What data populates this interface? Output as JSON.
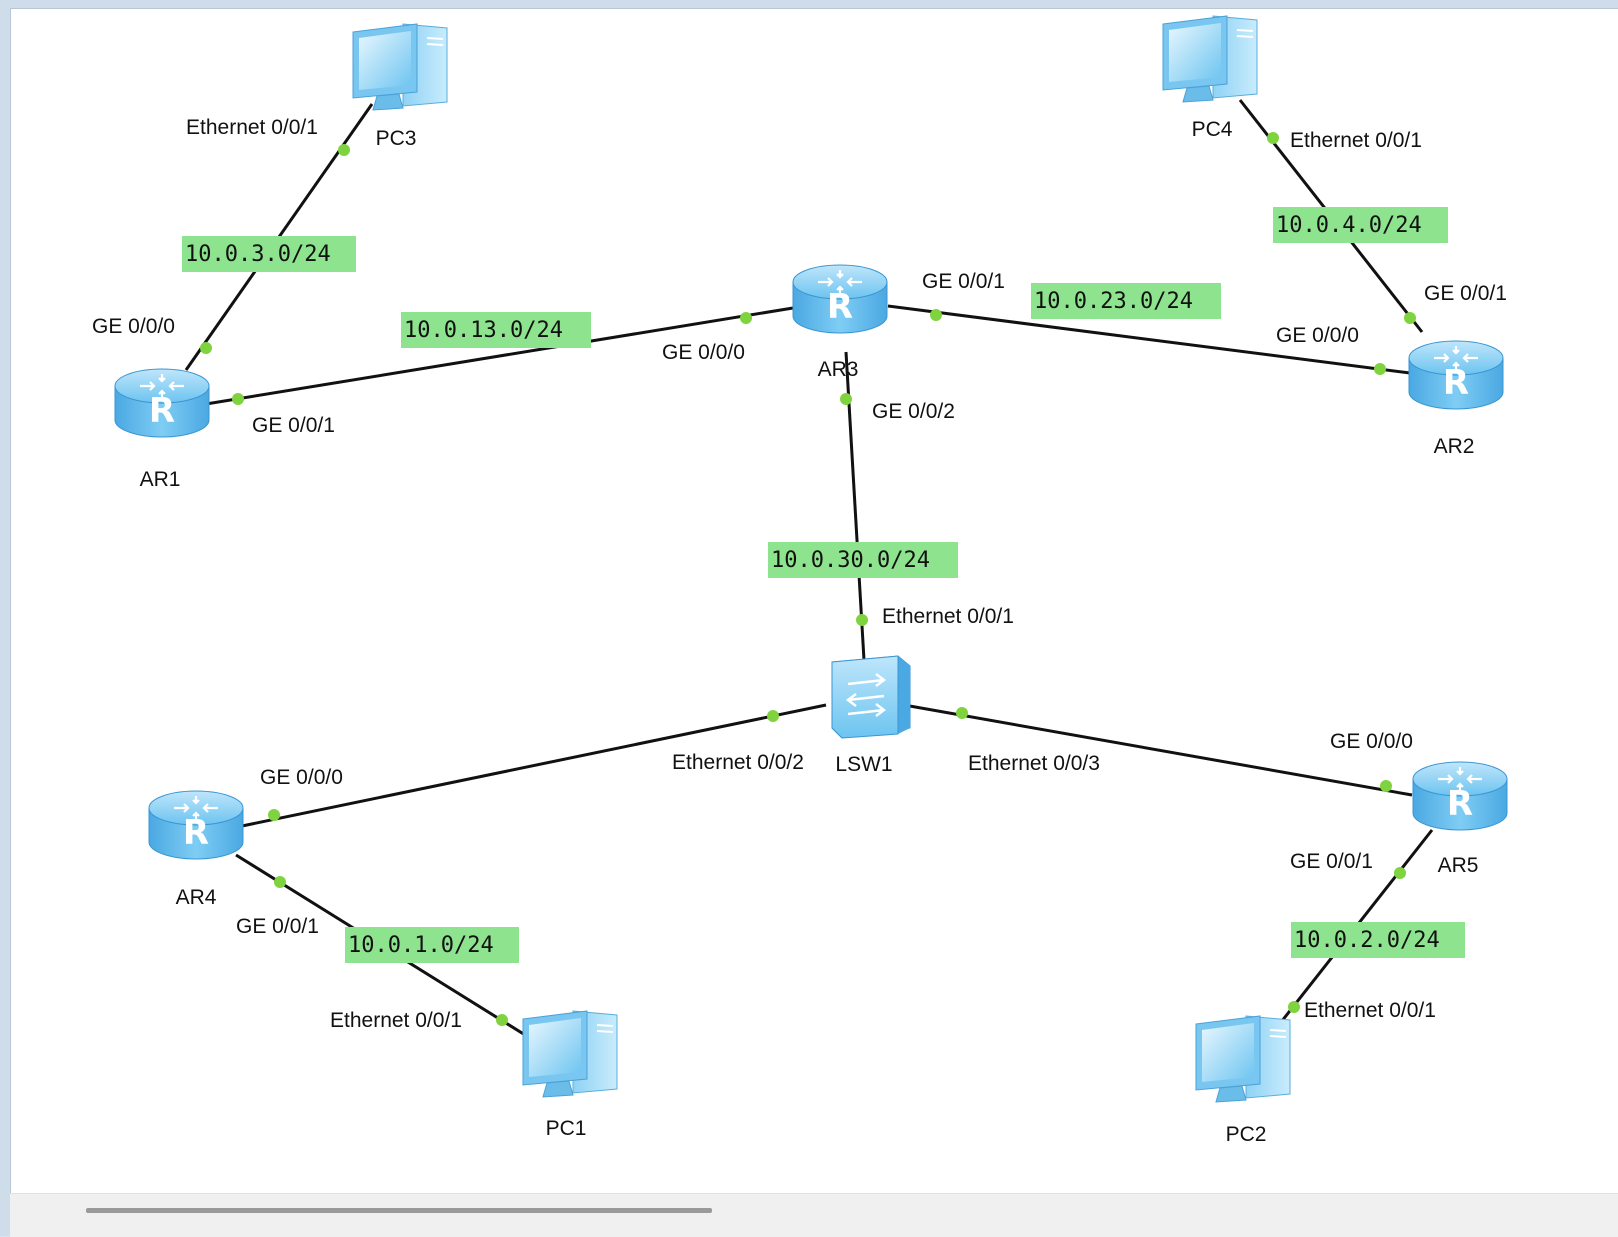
{
  "devices": {
    "ar1": {
      "name": "AR1"
    },
    "ar2": {
      "name": "AR2"
    },
    "ar3": {
      "name": "AR3"
    },
    "ar4": {
      "name": "AR4"
    },
    "ar5": {
      "name": "AR5"
    },
    "lsw1": {
      "name": "LSW1"
    },
    "pc1": {
      "name": "PC1"
    },
    "pc2": {
      "name": "PC2"
    },
    "pc3": {
      "name": "PC3"
    },
    "pc4": {
      "name": "PC4"
    }
  },
  "ports": {
    "pc3_eth": "Ethernet 0/0/1",
    "ar1_ge000": "GE 0/0/0",
    "ar1_ge001": "GE 0/0/1",
    "ar3_ge000": "GE 0/0/0",
    "ar3_ge001": "GE 0/0/1",
    "ar3_ge002": "GE 0/0/2",
    "ar2_ge000": "GE 0/0/0",
    "ar2_ge001": "GE 0/0/1",
    "pc4_eth": "Ethernet 0/0/1",
    "lsw1_eth1": "Ethernet 0/0/1",
    "lsw1_eth2": "Ethernet 0/0/2",
    "lsw1_eth3": "Ethernet 0/0/3",
    "ar4_ge000": "GE 0/0/0",
    "ar4_ge001": "GE 0/0/1",
    "pc1_eth": "Ethernet 0/0/1",
    "ar5_ge000": "GE 0/0/0",
    "ar5_ge001": "GE 0/0/1",
    "pc2_eth": "Ethernet 0/0/1"
  },
  "networks": {
    "n3": "10.0.3.0/24",
    "n13": "10.0.13.0/24",
    "n23": "10.0.23.0/24",
    "n4": "10.0.4.0/24",
    "n30": "10.0.30.0/24",
    "n1": "10.0.1.0/24",
    "n2": "10.0.2.0/24"
  },
  "colors": {
    "link": "#111111",
    "port_dot": "#7fd33f",
    "network_label_bg": "#8ee38e",
    "device_blue": "#5fb8ee"
  },
  "icons": {
    "router": "router-icon",
    "switch": "switch-icon",
    "pc": "pc-icon"
  }
}
